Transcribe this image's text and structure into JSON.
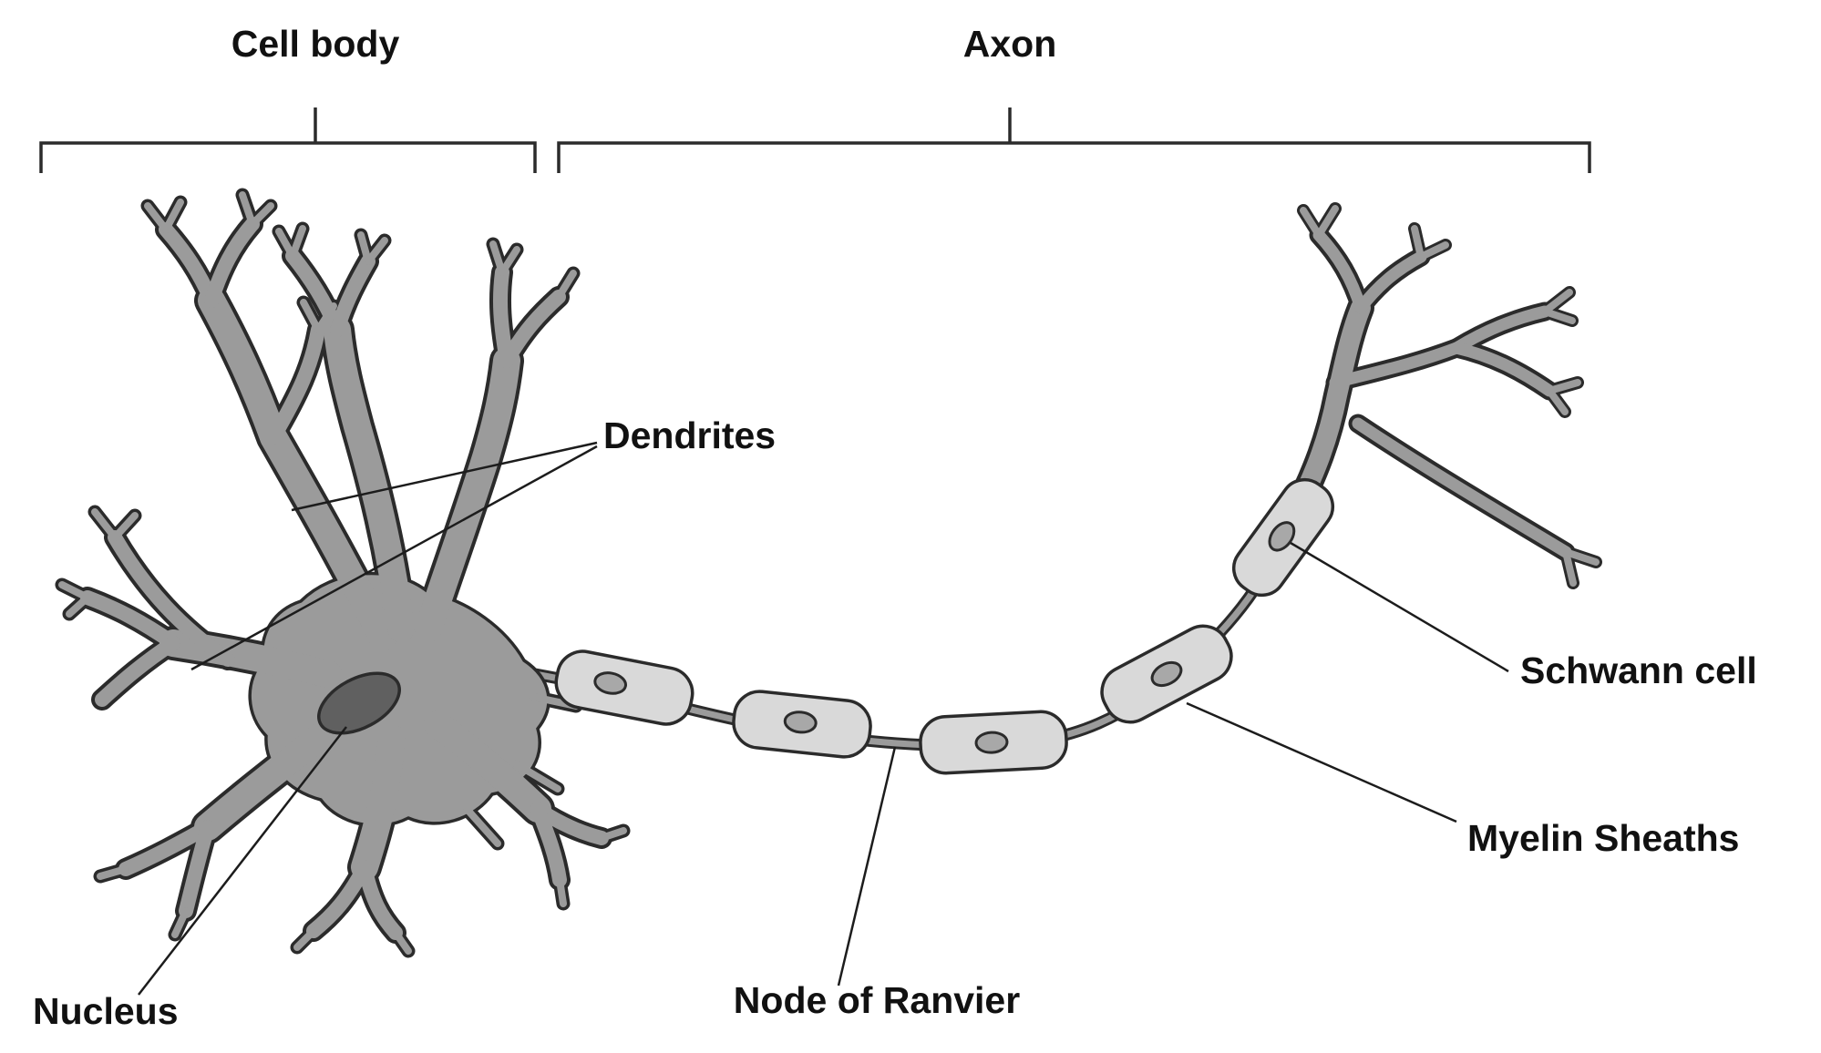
{
  "diagram": {
    "title_labels": {
      "cell_body": "Cell body",
      "axon": "Axon"
    },
    "part_labels": {
      "dendrites": "Dendrites",
      "nucleus": "Nucleus",
      "schwann_cell": "Schwann cell",
      "myelin_sheaths": "Myelin Sheaths",
      "node_of_ranvier": "Node of Ranvier"
    },
    "colors": {
      "cell_gray": "#9b9b9b",
      "myelin_gray": "#d9d9d9",
      "schwann_dot_gray": "#a8a8a8",
      "nucleus_gray": "#606060",
      "outline": "#2b2b2b",
      "leader": "#1c1c1c",
      "text": "#111111",
      "background": "#ffffff"
    }
  }
}
